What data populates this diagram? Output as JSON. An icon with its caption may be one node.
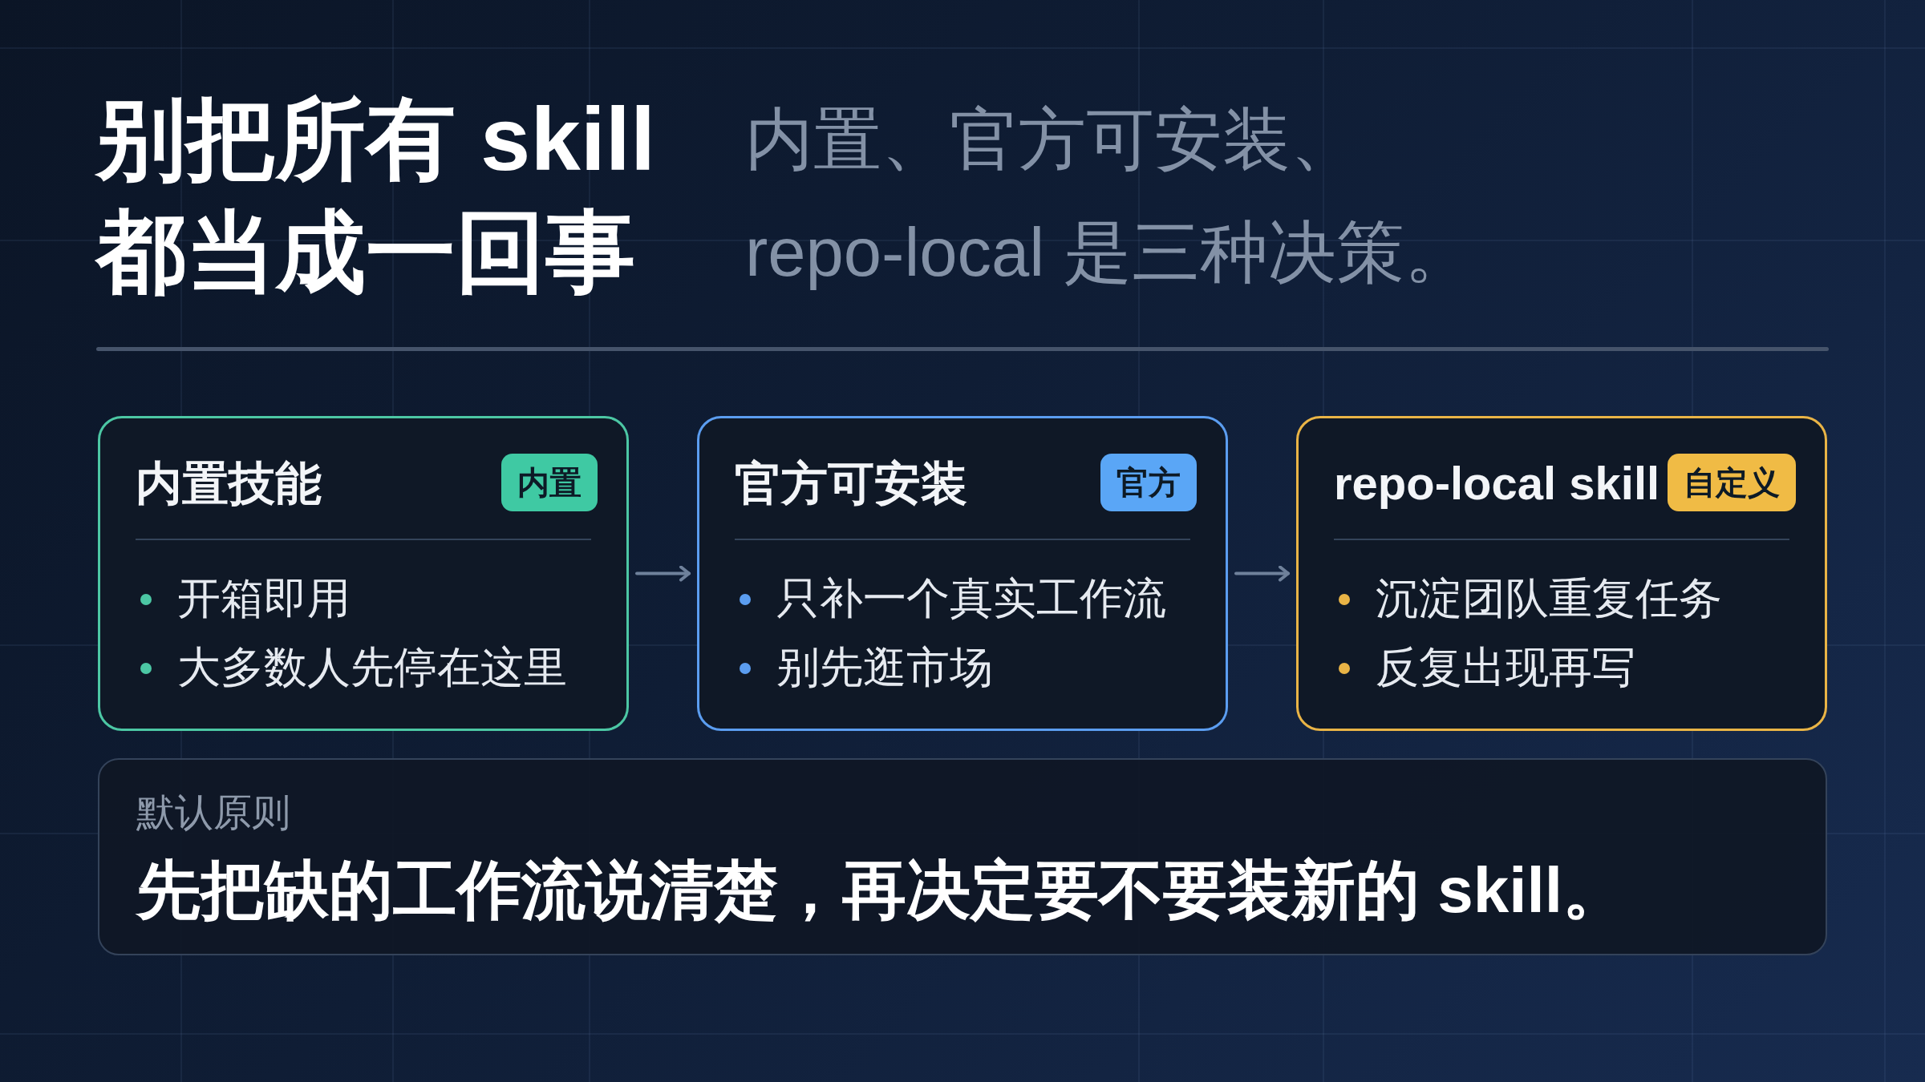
{
  "diagram": {
    "title": "别把所有 skill都当成一回事",
    "nodes": [
      {
        "text": [
          "内置技能",
          "开箱即用",
          "大多数人先停在这里"
        ]
      },
      {
        "text": [
          "内置"
        ],
        "in": 0
      },
      {
        "text": [
          "官方可安装",
          "只补一个真实工作流",
          "别先逛市场"
        ]
      },
      {
        "text": [
          "官方"
        ],
        "in": 2
      },
      {
        "text": [
          "repo-local skill",
          "沉淀团队重复任务",
          "反复出现再写"
        ]
      },
      {
        "text": [
          "自定义"
        ],
        "in": 4
      },
      {
        "text": [
          "默认原则",
          "先把缺的工作流说清楚，再决定要不要装新的 skill。"
        ]
      }
    ],
    "edges": [
      {
        "from": 0,
        "to": 2,
        "arrow": "to"
      },
      {
        "from": 2,
        "to": 4,
        "arrow": "to"
      }
    ],
    "labels": [
      "内置、官方可安装、repo-local 是三种决策。"
    ]
  }
}
